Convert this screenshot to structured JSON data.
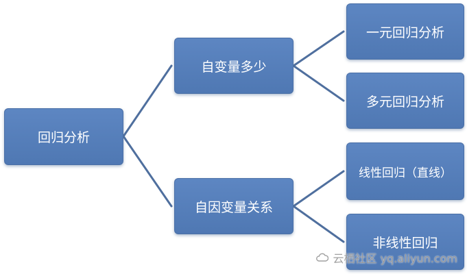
{
  "diagram": {
    "root": {
      "label": "回归分析"
    },
    "branches": [
      {
        "label": "自变量多少",
        "children": [
          {
            "label": "一元回归分析"
          },
          {
            "label": "多元回归分析"
          }
        ]
      },
      {
        "label": "自因变量关系",
        "children": [
          {
            "label": "线性回归（直线）"
          },
          {
            "label": "非线性回归"
          }
        ]
      }
    ]
  },
  "watermark": {
    "text": "云栖社区 yq.aliyun.com",
    "icon": "cloud-logo-icon"
  },
  "colors": {
    "node_fill": "#5680bb",
    "node_border": "#4a6fa6",
    "connector": "#4f6f9e",
    "node_text": "#ffffff"
  }
}
